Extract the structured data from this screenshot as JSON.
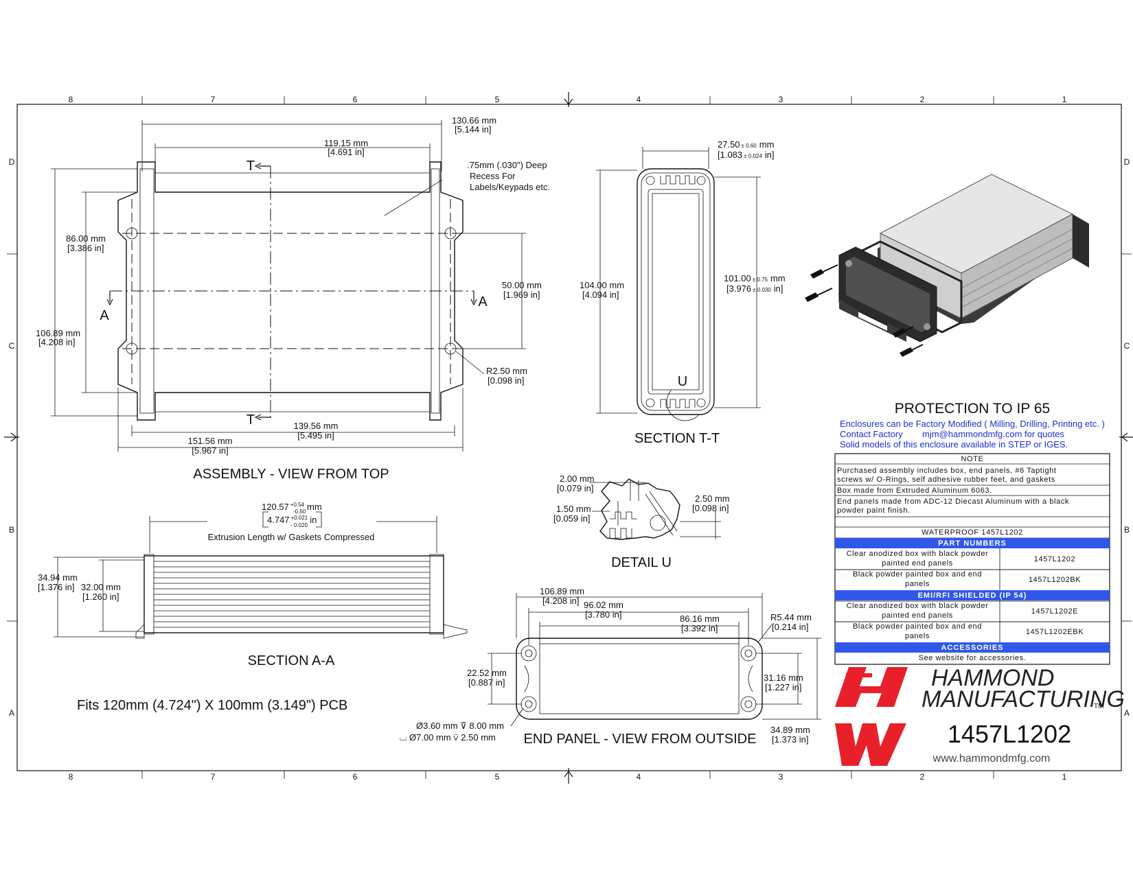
{
  "grid": {
    "cols": [
      "8",
      "7",
      "6",
      "5",
      "4",
      "3",
      "2",
      "1"
    ],
    "rows": [
      "D",
      "C",
      "B",
      "A"
    ]
  },
  "top_view": {
    "title": "ASSEMBLY - VIEW FROM TOP",
    "dim_overall_mm": "130.66 mm",
    "dim_overall_in": "[5.144 in]",
    "dim_inner_mm": "119.15 mm",
    "dim_inner_in": "[4.691 in]",
    "recess_note": [
      ".75mm (.030\") Deep",
      "Recess For",
      "Labels/Keypads etc."
    ],
    "dim_86_mm": "86.00 mm",
    "dim_86_in": "[3.386 in]",
    "dim_106_mm": "106.89 mm",
    "dim_106_in": "[4.208 in]",
    "dim_50_mm": "50.00 mm",
    "dim_50_in": "[1.969 in]",
    "dim_r_mm": "R2.50 mm",
    "dim_r_in": "[0.098 in]",
    "dim_139_mm": "139.56 mm",
    "dim_139_in": "[5.495 in]",
    "dim_151_mm": "151.56 mm",
    "dim_151_in": "[5.967 in]",
    "section_letter_t": "T",
    "section_letter_a": "A"
  },
  "section_tt": {
    "title": "SECTION  T-T",
    "dim_width_mm": "27.50",
    "dim_width_tol": "± 0.60",
    "dim_width_unit": "mm",
    "dim_width_in": "[1.083",
    "dim_width_in_tol": "± 0.024",
    "dim_width_in_unit": "in]",
    "dim_height_mm": "104.00 mm",
    "dim_height_in": "[4.094 in]",
    "dim_inner_mm": "101.00",
    "dim_inner_tol": "± 0.75",
    "dim_inner_unit": "mm",
    "dim_inner_in": "[3.976",
    "dim_inner_in_tol": "± 0.030",
    "dim_inner_in_unit": "in]",
    "detail_letter": "U"
  },
  "detail_u": {
    "title": "DETAIL  U",
    "dim_a_mm": "2.00 mm",
    "dim_a_in": "[0.079 in]",
    "dim_b_mm": "1.50 mm",
    "dim_b_in": "[0.059 in]",
    "dim_c_mm": "2.50 mm",
    "dim_c_in": "[0.098 in]"
  },
  "section_aa": {
    "title": "SECTION A-A",
    "dim_len_mm": "120.57",
    "dim_len_tol_up": "+0.54",
    "dim_len_tol_dn": "-0.50",
    "dim_len_unit": "mm",
    "dim_len_in": "4.747",
    "dim_len_in_up": "+0.021",
    "dim_len_in_dn": "- 0.020",
    "dim_len_in_unit": "in",
    "dim_note": "Extrusion Length w/ Gaskets Compressed",
    "dim_34_mm": "34.94 mm",
    "dim_34_in": "[1.376 in]",
    "dim_32_mm": "32.00 mm",
    "dim_32_in": "[1.260 in]"
  },
  "pcb_note": "Fits 120mm (4.724\") X 100mm (3.149\") PCB",
  "end_panel": {
    "title": "END PANEL - VIEW FROM OUTSIDE",
    "dim_106_mm": "106.89 mm",
    "dim_106_in": "[4.208 in]",
    "dim_96_mm": "96.02 mm",
    "dim_96_in": "[3.780 in]",
    "dim_86_mm": "86.16 mm",
    "dim_86_in": "[3.392 in]",
    "dim_r_mm": "R5.44 mm",
    "dim_r_in": "[0.214 in]",
    "dim_22_mm": "22.52 mm",
    "dim_22_in": "[0.887 in]",
    "dim_31_mm": "31.16 mm",
    "dim_31_in": "[1.227 in]",
    "dim_34_mm": "34.89 mm",
    "dim_34_in": "[1.373 in]",
    "hole_1": "Ø3.60 mm ⊽ 8.00 mm",
    "hole_2": "⌴ Ø7.00 mm ⊽ 2.50 mm"
  },
  "protection": {
    "title": "PROTECTION TO IP 65",
    "line1": "Enclosures can be Factory Modified ( Milling, Drilling, Printing etc. )",
    "line2a": "Contact Factory",
    "line2b": "mjm@hammondmfg.com for quotes",
    "line3": "Solid models of this enclosure available in STEP or IGES."
  },
  "notes_table": {
    "header": "NOTE",
    "n1a": "Purchased assembly includes box, end panels, #6 Taptight",
    "n1b": "screws w/ O-Rings, self adhesive rubber feet,  and gaskets",
    "n2": "Box made from Extruded Aluminum 6063.",
    "n3a": "End panels made from ADC-12 Diecast Aluminum with a black",
    "n3b": "powder paint finish.",
    "waterproof": "WATERPROOF 1457L1202",
    "part_numbers": "PART NUMBERS",
    "p1a": "Clear anodized box with black powder",
    "p1b": "painted end panels",
    "p1n": "1457L1202",
    "p2a": "Black powder painted box and end",
    "p2b": "panels",
    "p2n": "1457L1202BK",
    "emi": "EMI/RFI SHIELDED (IP 54)",
    "p3a": "Clear anodized box with black powder",
    "p3b": "painted end panels",
    "p3n": "1457L1202E",
    "p4a": "Black powder painted box and end",
    "p4b": "panels",
    "p4n": "1457L1202EBK",
    "accessories": "ACCESSORIES",
    "acc_note": "See website for accessories."
  },
  "brand": {
    "name1": "HAMMOND",
    "name2": "MANUFACTURING",
    "tm": "TM",
    "part_number": "1457L1202",
    "website": "www.hammondmfg.com",
    "logo_color": "#e8202a"
  },
  "colors": {
    "header_blue": "#3058e8",
    "link_blue": "#1a2fd6"
  }
}
